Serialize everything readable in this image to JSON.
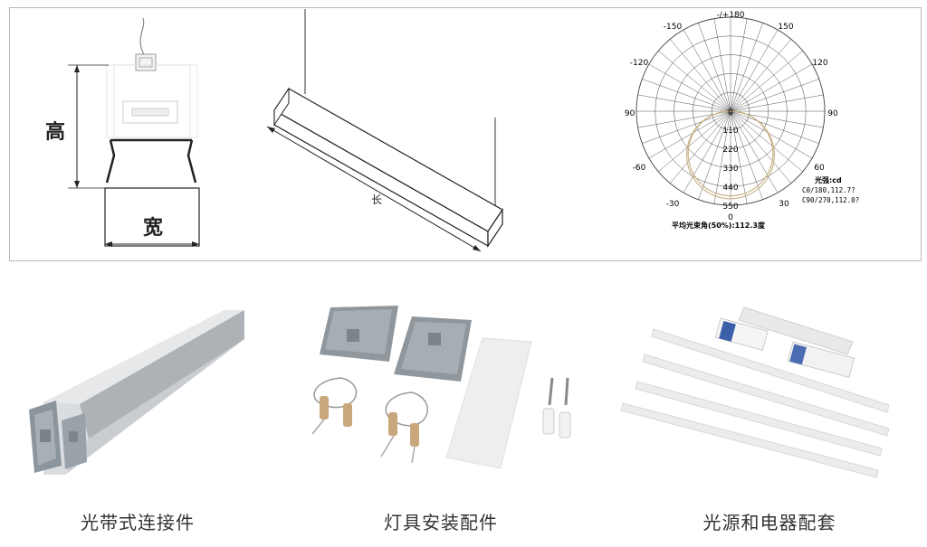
{
  "dimensions": {
    "height_label": "高",
    "width_label": "宽",
    "length_label": "长"
  },
  "polar": {
    "top_angle": "-/+180",
    "angles_left": [
      "-150",
      "-120",
      "-90",
      "-60",
      "-30"
    ],
    "angles_right": [
      "150",
      "120",
      "90",
      "60",
      "30"
    ],
    "bottom_angle": "0",
    "radial_values": [
      "0",
      "110",
      "220",
      "330",
      "440",
      "550"
    ],
    "intensity_unit": "光强:cd",
    "curve_c0": "C0/180,112.7?",
    "curve_c90": "C90/270,112.0?",
    "beam_angle": "平均光束角(50%):112.3度"
  },
  "captions": {
    "connector": "光带式连接件",
    "accessories": "灯具安装配件",
    "light_source": "光源和电器配套"
  },
  "colors": {
    "border": "#b9b9b9",
    "curve": "#c8b48a",
    "grid": "#444444"
  }
}
